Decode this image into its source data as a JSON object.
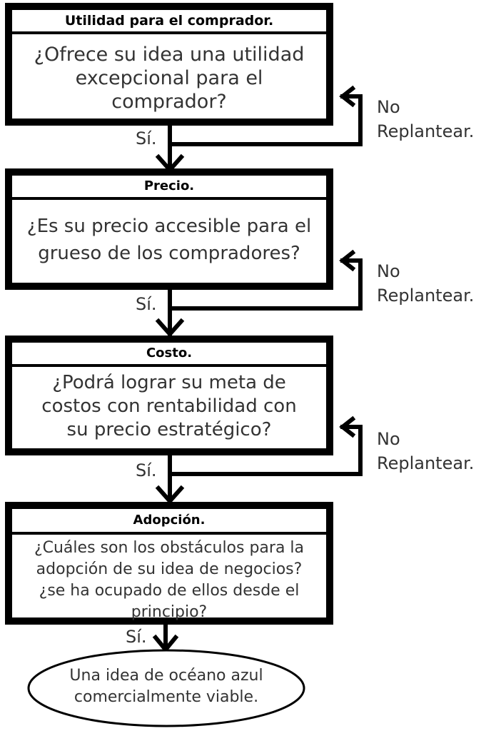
{
  "steps": [
    {
      "title": "Utilidad para el comprador.",
      "question_lines": [
        "¿Ofrece su idea una utilidad",
        "excepcional para el",
        "comprador?"
      ]
    },
    {
      "title": "Precio.",
      "question_lines": [
        "¿Es su precio accesible para el",
        "grueso de los compradores?"
      ]
    },
    {
      "title": "Costo.",
      "question_lines": [
        "¿Podrá lograr su meta de",
        "costos con rentabilidad con",
        "su precio estratégico?"
      ]
    },
    {
      "title": "Adopción.",
      "question_lines": [
        "¿Cuáles son los obstáculos para la",
        "adopción de su idea de negocios?",
        "¿se ha ocupado de ellos desde el",
        "principio?"
      ]
    }
  ],
  "yes_label": "Sí.",
  "no_label": "No",
  "rethink_label": "Replantear.",
  "outcome_lines": [
    "Una idea de océano azul",
    "comercialmente viable."
  ],
  "colors": {
    "border": "#000000",
    "text": "#333333",
    "background": "#ffffff"
  }
}
